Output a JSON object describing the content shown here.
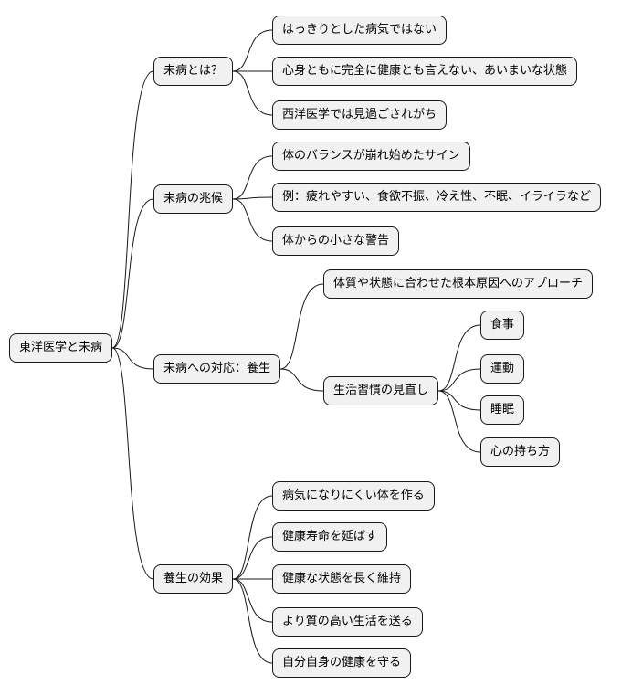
{
  "mindmap": {
    "root": {
      "label": "東洋医学と未病"
    },
    "branches": [
      {
        "label": "未病とは？",
        "children": [
          {
            "label": "はっきりとした病気ではない"
          },
          {
            "label": "心身ともに完全に健康とも言えない、あいまいな状態"
          },
          {
            "label": "西洋医学では見過ごされがち"
          }
        ]
      },
      {
        "label": "未病の兆候",
        "children": [
          {
            "label": "体のバランスが崩れ始めたサイン"
          },
          {
            "label": "例：疲れやすい、食欲不振、冷え性、不眠、イライラなど"
          },
          {
            "label": "体からの小さな警告"
          }
        ]
      },
      {
        "label": "未病への対応：養生",
        "children": [
          {
            "label": "体質や状態に合わせた根本原因へのアプローチ"
          },
          {
            "label": "生活習慣の見直し",
            "children": [
              {
                "label": "食事"
              },
              {
                "label": "運動"
              },
              {
                "label": "睡眠"
              },
              {
                "label": "心の持ち方"
              }
            ]
          }
        ]
      },
      {
        "label": "養生の効果",
        "children": [
          {
            "label": "病気になりにくい体を作る"
          },
          {
            "label": "健康寿命を延ばす"
          },
          {
            "label": "健康な状態を長く維持"
          },
          {
            "label": "より質の高い生活を送る"
          },
          {
            "label": "自分自身の健康を守る"
          }
        ]
      }
    ]
  }
}
